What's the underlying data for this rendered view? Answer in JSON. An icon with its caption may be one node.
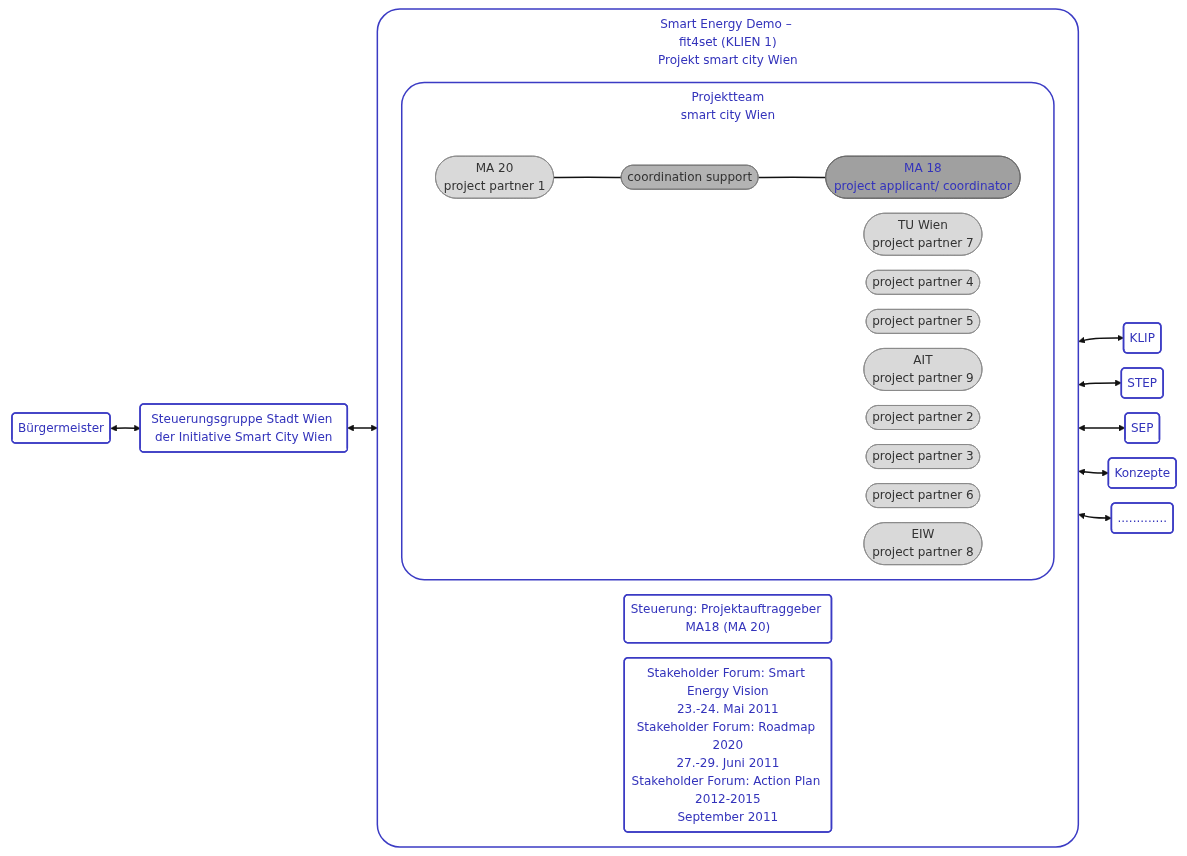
{
  "diagram": {
    "nodes": [
      {
        "text": [
          "Bürgermeister"
        ]
      },
      {
        "text": [
          "Steuerungsgruppe Stadt Wien der Initiative Smart City Wien"
        ]
      },
      {
        "text": [
          "Smart Energy Demo – fit4set (KLIEN 1)",
          "Projekt smart city Wien"
        ]
      },
      {
        "text": [
          "Steuerung: Projektauftraggeber MA18 (MA 20)"
        ],
        "in": 2
      },
      {
        "text": [
          "Projektteam",
          "smart city Wien"
        ],
        "in": 2
      },
      {
        "text": [
          "MA 20",
          "project partner 1"
        ],
        "in": 4
      },
      {
        "text": [
          "coordination support"
        ],
        "in": 4
      },
      {
        "text": [
          "MA 18",
          "project applicant/ coordinator"
        ],
        "in": 4
      },
      {
        "text": [
          "TU Wien",
          "project partner 7"
        ],
        "in": 4
      },
      {
        "text": [
          "project partner 4"
        ],
        "in": 4
      },
      {
        "text": [
          "project partner 5"
        ],
        "in": 4
      },
      {
        "text": [
          "AIT",
          "project partner 9"
        ],
        "in": 4
      },
      {
        "text": [
          "project partner 2"
        ],
        "in": 4
      },
      {
        "text": [
          "project partner 3"
        ],
        "in": 4
      },
      {
        "text": [
          "project partner 6"
        ],
        "in": 4
      },
      {
        "text": [
          "EIW",
          "project partner 8"
        ],
        "in": 4
      },
      {
        "text": [
          "Stakeholder Forum: Smart Energy Vision",
          "23.-24. Mai 2011",
          "Stakeholder Forum: Roadmap 2020",
          "27.-29. Juni 2011",
          "Stakeholder Forum: Action Plan 2012-2015",
          "September 2011"
        ],
        "in": 2
      },
      {
        "text": [
          "KLIP"
        ]
      },
      {
        "text": [
          "STEP"
        ]
      },
      {
        "text": [
          "SEP"
        ]
      },
      {
        "text": [
          "Konzepte"
        ]
      },
      {
        "text": [
          "............."
        ]
      }
    ],
    "edges": [
      {
        "from": 0,
        "to": 1,
        "arrow": "both"
      },
      {
        "from": 1,
        "to": 2,
        "arrow": "both"
      },
      {
        "from": 5,
        "to": 6,
        "arrow": "none"
      },
      {
        "from": 6,
        "to": 7,
        "arrow": "none"
      },
      {
        "from": 2,
        "to": 17,
        "arrow": "both"
      },
      {
        "from": 2,
        "to": 18,
        "arrow": "both"
      },
      {
        "from": 2,
        "to": 19,
        "arrow": "both"
      },
      {
        "from": 2,
        "to": 20,
        "arrow": "both"
      },
      {
        "from": 2,
        "to": 21,
        "arrow": "both"
      }
    ]
  }
}
